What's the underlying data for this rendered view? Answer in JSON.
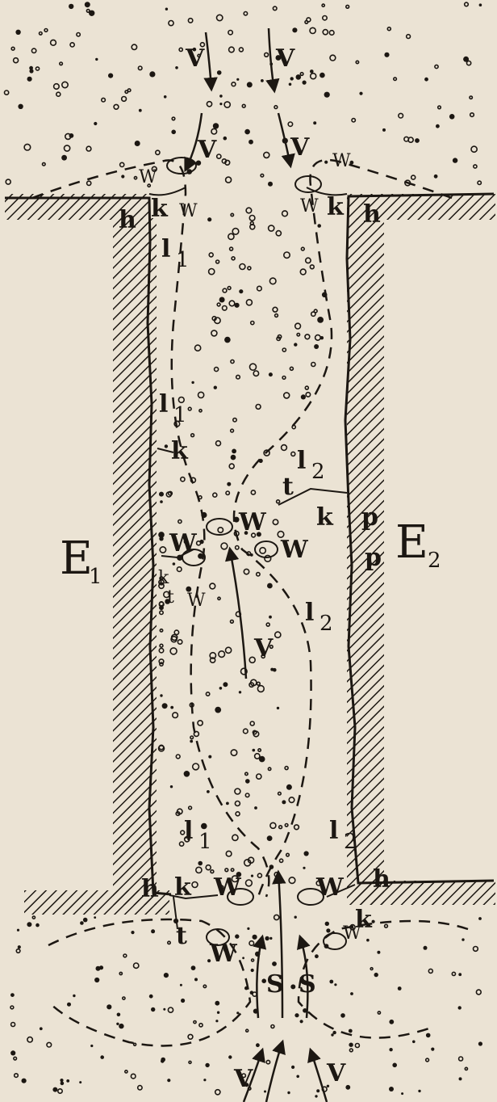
{
  "figure": {
    "labels": {
      "E1": "E",
      "E1_sub": "1",
      "E2": "E",
      "E2_sub": "2",
      "l": "l",
      "sub1": "1",
      "sub2": "2",
      "v": "V",
      "w": "W",
      "k": "k",
      "h": "h",
      "t": "t",
      "p": "p",
      "s": "S"
    },
    "colors": {
      "paper": "#ebe3d4",
      "ink": "#1c1712"
    }
  }
}
